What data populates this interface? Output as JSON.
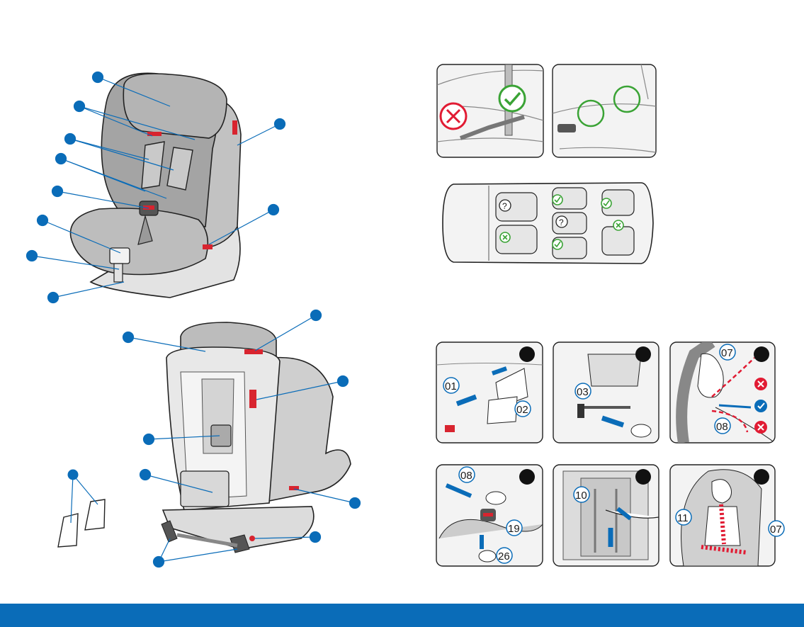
{
  "colors": {
    "callout": "#0a6cb8",
    "footer": "#0a6cb8",
    "ok": "#3aa335",
    "no": "#e11b33",
    "accent_red": "#d8242f",
    "seat_gray": "#9a9a9a",
    "frame_gray": "#c9c9c9"
  },
  "step_labels": {
    "s1_a": "01",
    "s1_b": "02",
    "s2_a": "03",
    "s3_a": "07",
    "s3_b": "08",
    "s4_a": "08",
    "s4_b": "19",
    "s4_c": "26",
    "s5_a": "10",
    "s6_a": "11",
    "s6_b": "07"
  },
  "position_marks": {
    "unknown": "?"
  },
  "icons": {
    "ok": "check-circle-icon",
    "no": "cross-circle-icon"
  }
}
